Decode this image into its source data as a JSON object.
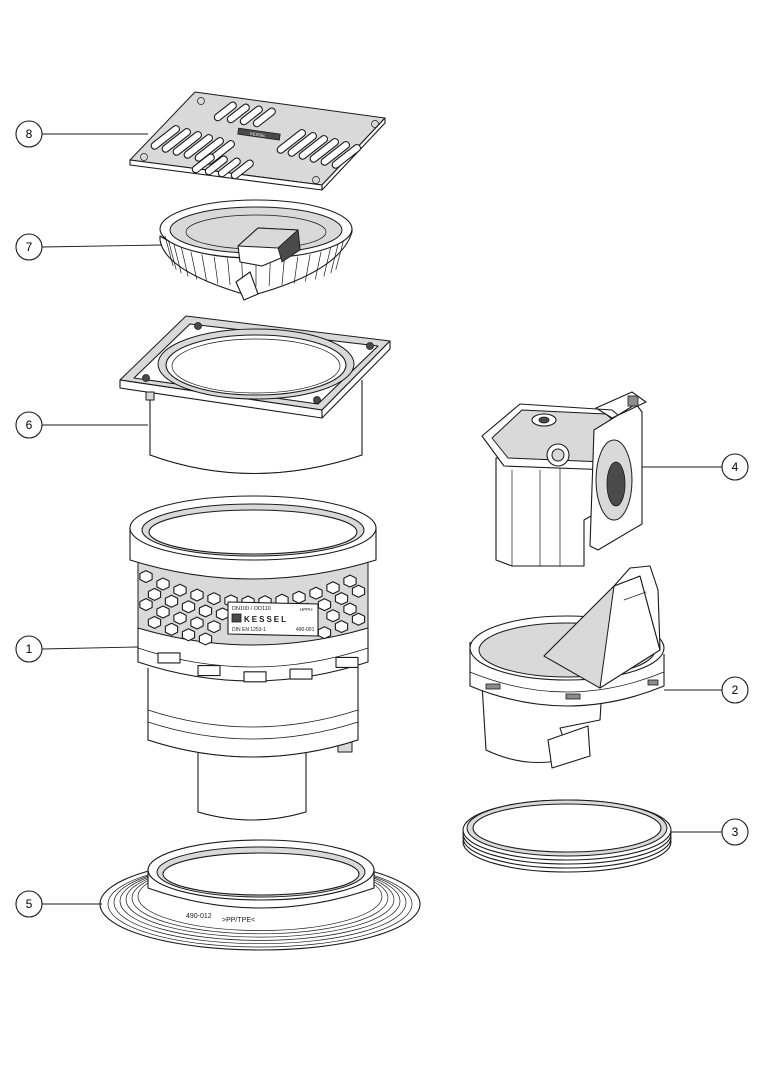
{
  "callouts": [
    {
      "id": "8",
      "label": "8"
    },
    {
      "id": "7",
      "label": "7"
    },
    {
      "id": "6",
      "label": "6"
    },
    {
      "id": "4",
      "label": "4"
    },
    {
      "id": "1",
      "label": "1"
    },
    {
      "id": "2",
      "label": "2"
    },
    {
      "id": "3",
      "label": "3"
    },
    {
      "id": "5",
      "label": "5"
    }
  ],
  "body_markings": {
    "size": "DN100 / OD110",
    "material": "HPPH",
    "brand": "KESSEL",
    "standard": "DIN EN 1253-1",
    "part_number": "490-001"
  },
  "flange_markings": {
    "part_number": "490-012",
    "material": ">PP/TPE<"
  },
  "grate_markings": {
    "brand": "KESSEL"
  },
  "colors": {
    "line": "#1a1a1a",
    "fill_light": "#d9d9d9",
    "fill_dark": "#8c8c8c",
    "background": "#ffffff"
  }
}
